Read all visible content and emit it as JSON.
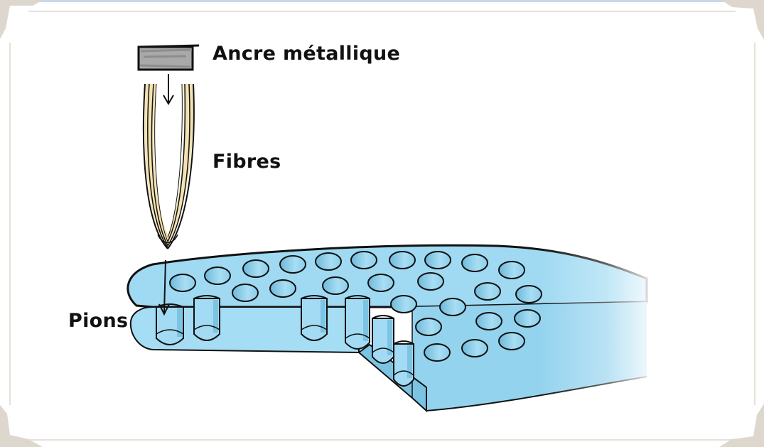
{
  "labels": {
    "anchor": "Ancre métallique",
    "fibers": "Fibres",
    "pins": "Pions"
  },
  "colors": {
    "handle_fill": "#9fdaf2",
    "handle_shade": "#7cc4e3",
    "outline": "#111111",
    "anchor_fill": "#a9a9a9",
    "fiber_cream": "#f3e3b3",
    "frame": "#ddd7cd",
    "top_bar": "#c8d8ec"
  },
  "icons": [
    "metal-anchor",
    "fiber-tuft",
    "arrow-down",
    "toothbrush-head",
    "bristle-hole",
    "pin"
  ]
}
